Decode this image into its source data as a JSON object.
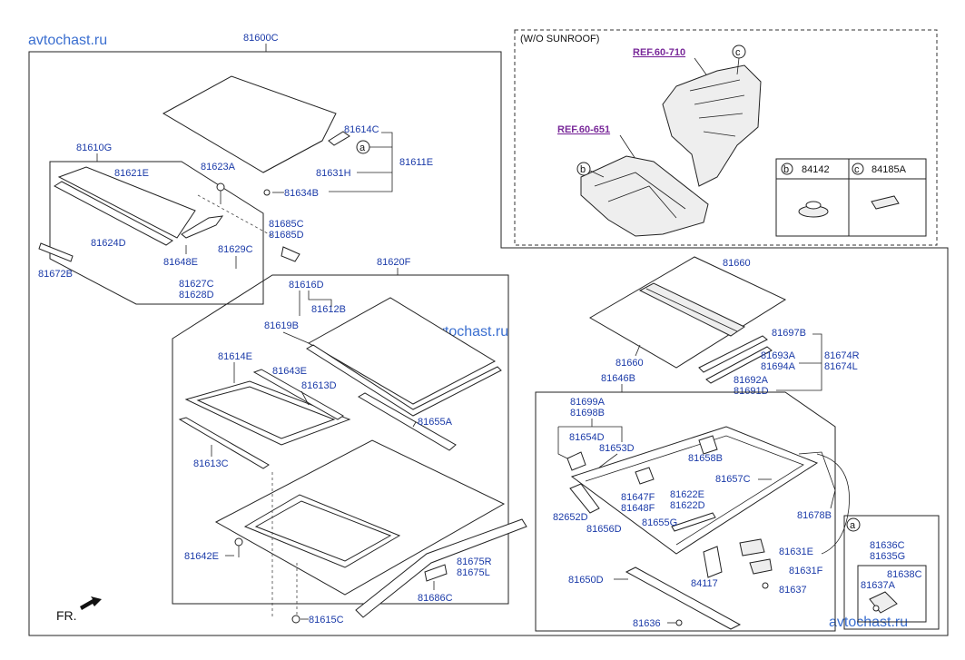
{
  "watermarks": {
    "top_left": "avtochast.ru",
    "middle": "avtochast.ru",
    "bottom_right": "avtochast.ru"
  },
  "front_indicator": "FR.",
  "inset_no_sunroof": {
    "title": "(W/O SUNROOF)",
    "ref_upper": "REF.60-710",
    "ref_lower": "REF.60-651",
    "callout_b": "b",
    "callout_c": "c",
    "table": {
      "b_letter": "b",
      "b_part": "84142",
      "c_letter": "c",
      "c_part": "84185A"
    }
  },
  "inset_a": {
    "letter": "a",
    "parts": [
      "81636C",
      "81635G",
      "81638C",
      "81637A"
    ]
  },
  "callout_a": "a",
  "labels": {
    "p81600C": "81600C",
    "p81610G": "81610G",
    "p81621E": "81621E",
    "p81623A": "81623A",
    "p81614C": "81614C",
    "p81611E": "81611E",
    "p81631H": "81631H",
    "p81634B": "81634B",
    "p81624D": "81624D",
    "p81685C": "81685C",
    "p81685D": "81685D",
    "p81629C": "81629C",
    "p81648E": "81648E",
    "p81627C": "81627C",
    "p81628D": "81628D",
    "p81672B": "81672B",
    "p81620F": "81620F",
    "p81616D": "81616D",
    "p81612B": "81612B",
    "p81619B": "81619B",
    "p81614E": "81614E",
    "p81643E": "81643E",
    "p81613D": "81613D",
    "p81655A": "81655A",
    "p81613C": "81613C",
    "p81642E": "81642E",
    "p81686C": "81686C",
    "p81675R": "81675R",
    "p81675L": "81675L",
    "p81615C": "81615C",
    "p81660a": "81660",
    "p81660b": "81660",
    "p81697B": "81697B",
    "p81693A": "81693A",
    "p81694A": "81694A",
    "p81674R": "81674R",
    "p81674L": "81674L",
    "p81692A": "81692A",
    "p81691D": "81691D",
    "p81646B": "81646B",
    "p81699A": "81699A",
    "p81698B": "81698B",
    "p81654D": "81654D",
    "p81653D": "81653D",
    "p81658B": "81658B",
    "p81657C": "81657C",
    "p81647F": "81647F",
    "p81648F": "81648F",
    "p81622E": "81622E",
    "p81622D": "81622D",
    "p82652D": "82652D",
    "p81656D": "81656D",
    "p81655G": "81655G",
    "p81678B": "81678B",
    "p81631E": "81631E",
    "p81631F": "81631F",
    "p84117": "84117",
    "p81637": "81637",
    "p81650D": "81650D",
    "p81636": "81636"
  }
}
